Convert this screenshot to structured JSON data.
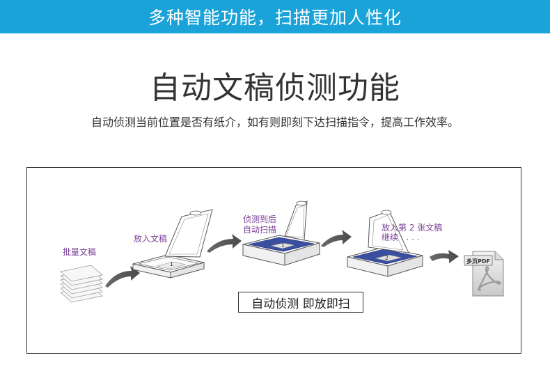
{
  "banner": {
    "title": "多种智能功能，扫描更加人性化"
  },
  "section": {
    "heading": "自动文稿侦测功能",
    "description": "自动侦测当前位置是否有纸介，如有则即刻下达扫描指令，提高工作效率。"
  },
  "diagram": {
    "step1_label": "批量文稿",
    "step2_label": "放入文稿",
    "step3_label_line1": "侦测到后",
    "step3_label_line2": "自动扫描",
    "step4_label_line1": "放入第 2 张文稿",
    "step4_label_line2": "继续 . . . .",
    "page_number_1": "1",
    "page_number_1b": "1",
    "page_number_2": "2",
    "pdf_badge": "多页PDF",
    "caption": "自动侦测 即放即扫"
  },
  "colors": {
    "banner": "#1aa3d8",
    "label": "#7a3f97",
    "document_highlight": "#3b4fa0"
  },
  "icons": [
    "paper-stack-icon",
    "scanner-icon",
    "arrow-right-icon",
    "pdf-file-icon",
    "acrobat-icon"
  ]
}
